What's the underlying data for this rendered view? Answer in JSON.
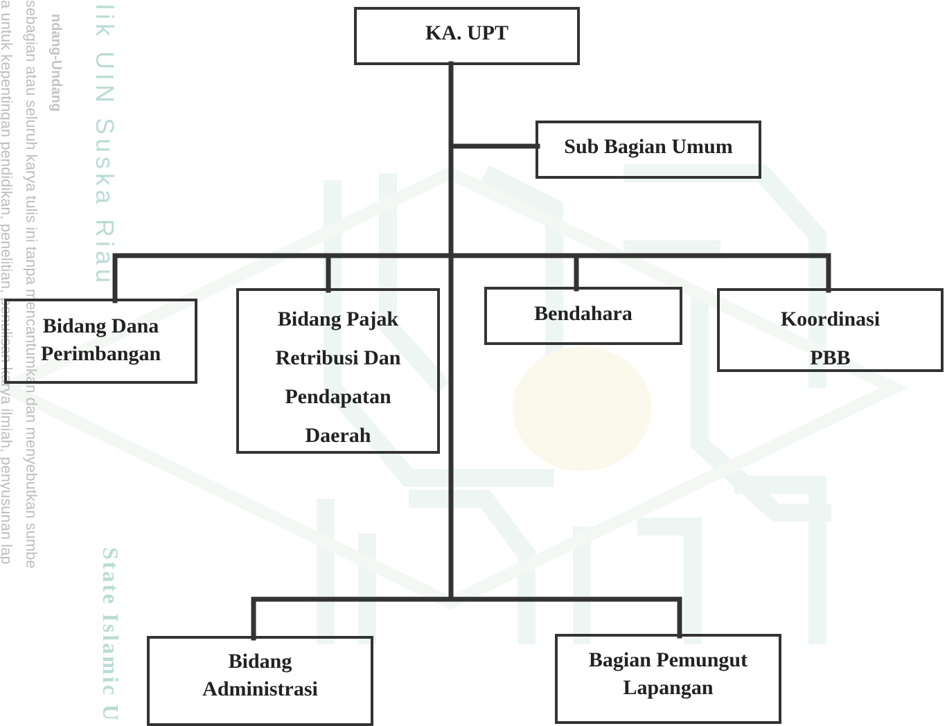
{
  "chart": {
    "root": "KA. UPT",
    "staff": "Sub Bagian Umum",
    "divisions": [
      {
        "lines": [
          "Bidang Dana",
          "Perimbangan"
        ]
      },
      {
        "lines": [
          "Bidang Pajak",
          "Retribusi Dan",
          "Pendapatan",
          "Daerah"
        ]
      },
      {
        "lines": [
          "Bendahara"
        ]
      },
      {
        "lines": [
          "Koordinasi",
          "PBB"
        ]
      }
    ],
    "lower": [
      {
        "lines": [
          "Bidang",
          "Administrasi"
        ]
      },
      {
        "lines": [
          "Bagian Pemungut",
          "Lapangan"
        ]
      }
    ]
  },
  "watermark": {
    "col1": "a untuk kepentingan pendidikan, penelitian, penulisan karya ilmiah, penyusunan lap",
    "col2": "sebagian atau seluruh karya tulis ini tanpa mencantumkan dan menyebutkan sumbe",
    "col3": "ndang-Undang",
    "col4": "ilik UIN Suska Riau",
    "col5": "State Islamic U"
  },
  "colors": {
    "line": "#333333",
    "text": "#222222",
    "watermark_teal": "#b9dcd6"
  }
}
